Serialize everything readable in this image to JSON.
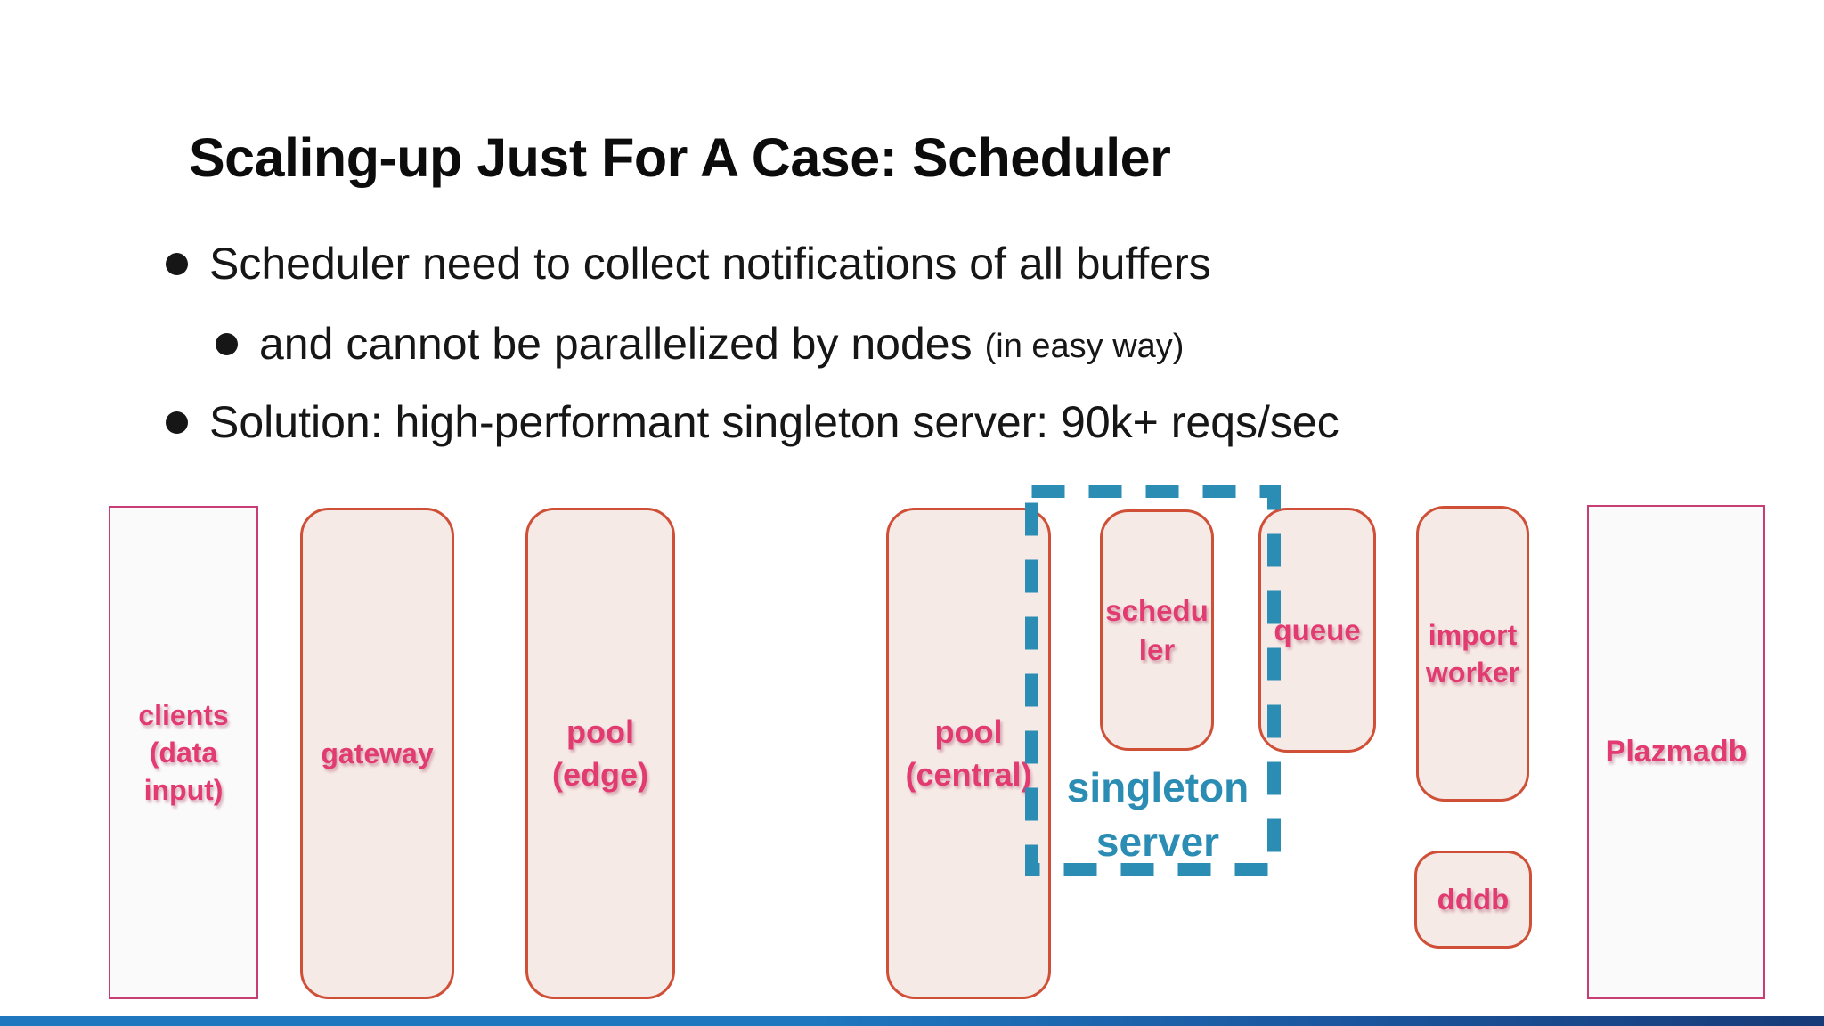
{
  "slide": {
    "title": "Scaling-up Just For A Case: Scheduler",
    "bullets": [
      {
        "text": "Scheduler need to collect notifications of all buffers",
        "note": ""
      },
      {
        "text": "and cannot be parallelized by nodes",
        "note": "(in easy way)"
      },
      {
        "text": "Solution: high-performant singleton server: 90k+ reqs/sec",
        "note": ""
      }
    ]
  },
  "diagram": {
    "nodes": [
      {
        "id": "clients",
        "label": "clients\n(data input)"
      },
      {
        "id": "gateway",
        "label": "gateway"
      },
      {
        "id": "pool-edge",
        "label": "pool\n(edge)"
      },
      {
        "id": "pool-central",
        "label": "pool\n(central)"
      },
      {
        "id": "scheduler",
        "label": "schedu\nler"
      },
      {
        "id": "queue",
        "label": "queue"
      },
      {
        "id": "import-worker",
        "label": "import\nworker"
      },
      {
        "id": "dddb",
        "label": "dddb"
      },
      {
        "id": "plazmadb",
        "label": "Plazmadb"
      }
    ],
    "singleton_group_label": "singleton\nserver"
  },
  "colors": {
    "title": "#0c0c0c",
    "body_text": "#161616",
    "node_fill": "#f6eae6",
    "node_border": "#cf4f37",
    "plain_fill": "#fbfafb",
    "plain_border": "#c93d75",
    "label_pink": "#e23b72",
    "accent_blue": "#2b8cb4",
    "bar_left": "#1e77bf",
    "bar_right": "#173a78"
  }
}
